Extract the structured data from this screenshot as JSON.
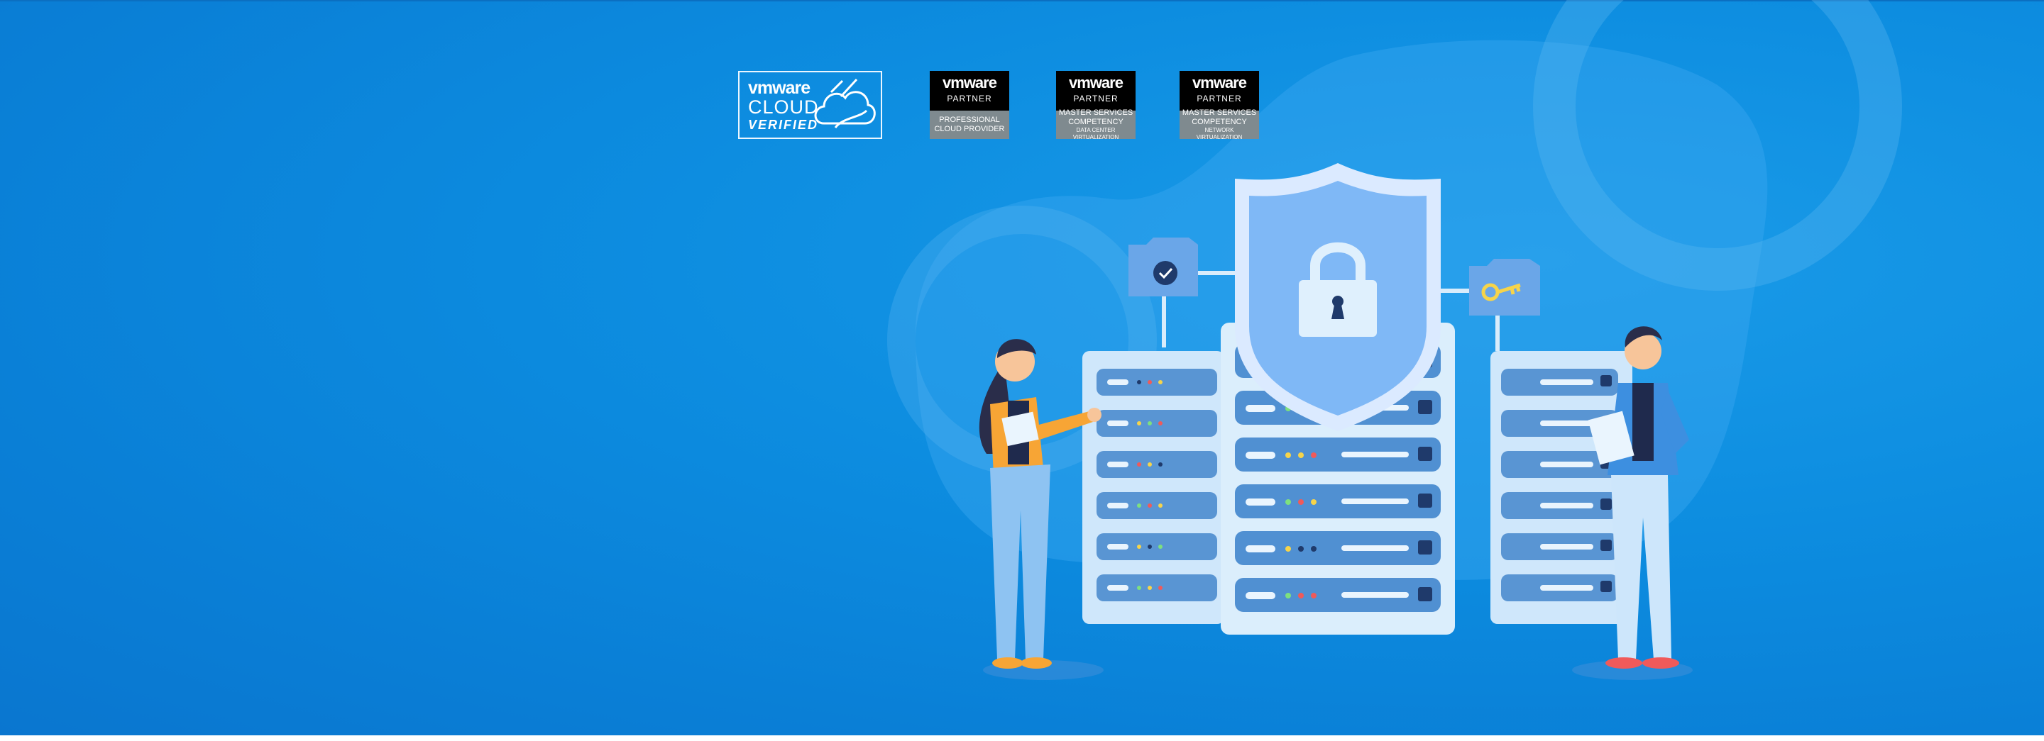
{
  "badges": {
    "cloud_verified": {
      "brand": "vmware",
      "line1": "CLOUD",
      "line2": "VERIFIED"
    },
    "partner_1": {
      "brand": "vmware",
      "tier": "PARTNER",
      "desc1": "PROFESSIONAL",
      "desc2": "CLOUD PROVIDER"
    },
    "partner_2": {
      "brand": "vmware",
      "tier": "PARTNER",
      "desc1": "MASTER SERVICES",
      "desc2": "COMPETENCY",
      "desc3": "DATA CENTER",
      "desc4": "VIRTUALIZATION"
    },
    "partner_3": {
      "brand": "vmware",
      "tier": "PARTNER",
      "desc1": "MASTER SERVICES",
      "desc2": "COMPETENCY",
      "desc3": "NETWORK",
      "desc4": "VIRTUALIZATION"
    }
  },
  "illustration": {
    "subject": "security-server-illustration",
    "icons": [
      "shield-lock-icon",
      "folder-check-icon",
      "folder-key-icon",
      "server-rack-icon"
    ],
    "colors": {
      "background": "#0d8de0",
      "rack": "#cfe7fb",
      "slot": "#4f8fd1",
      "shield": "#7fb8f6",
      "accent_orange": "#f7a535",
      "accent_red": "#f05a5a",
      "accent_yellow": "#f6d44a"
    }
  }
}
